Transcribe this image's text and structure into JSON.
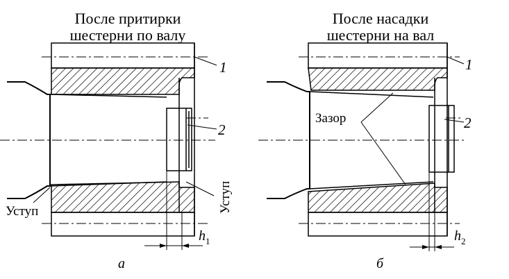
{
  "left": {
    "title_line1": "После притирки",
    "title_line2": "шестерни по валу",
    "callout_1": "1",
    "callout_2": "2",
    "ledge_bottom_label": "Уступ",
    "ledge_right_label": "Уступ",
    "dim_label": "h",
    "dim_sub": "1",
    "caption": "а"
  },
  "right": {
    "title_line1": "После насадки",
    "title_line2": "шестерни на вал",
    "callout_1": "1",
    "callout_2": "2",
    "gap_label": "Зазор",
    "dim_label": "h",
    "dim_sub": "2",
    "caption": "б"
  },
  "colors": {
    "ink": "#000000",
    "paper": "#ffffff"
  }
}
